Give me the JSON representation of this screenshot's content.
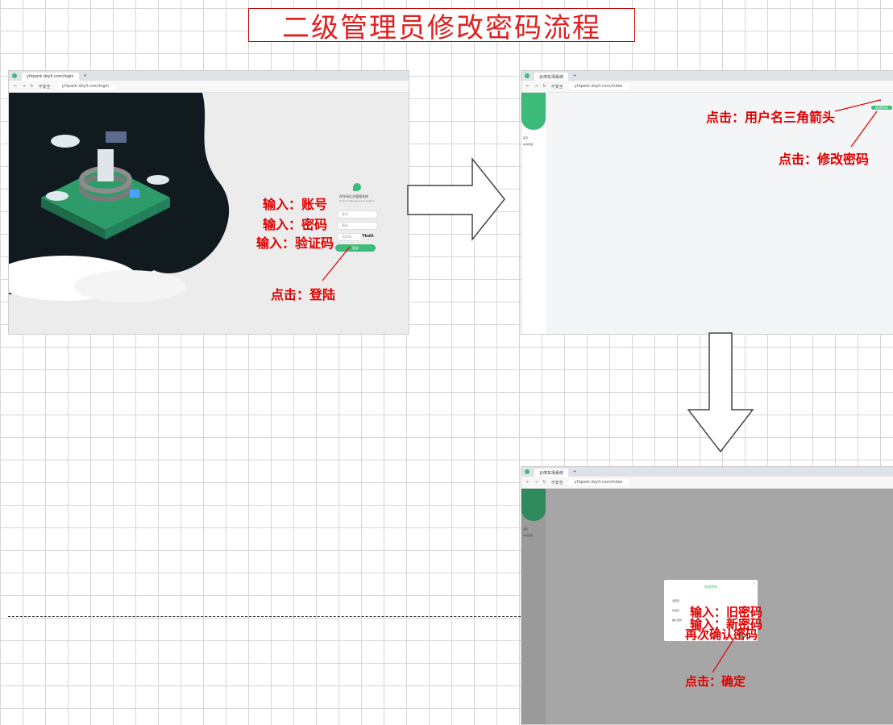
{
  "title": "二级管理员修改密码流程",
  "step1": {
    "tab_title": "yhtpark.dzyll.com/login",
    "security_label": "不安全",
    "url": "yhtpark.dzyll.com/login",
    "login_title": "停车场后台管理系统",
    "login_subtitle": "Parking Management System",
    "account_placeholder": "账号",
    "password_placeholder": "密码",
    "captcha_placeholder": "验证码",
    "captcha_code": "YbdA",
    "login_button": "登录",
    "note_account": "输入：账号",
    "note_password": "输入：密码",
    "note_captcha": "输入：验证码",
    "note_click_login": "点击：登陆"
  },
  "step2": {
    "tab_title": "云停车场系统",
    "security_label": "不安全",
    "url": "yhtpark.dzyll.com/index",
    "menu_home": "首页",
    "menu_manage": "车场管理",
    "dropdown_item": "修改密码",
    "note_username_arrow": "点击：用户名三角箭头",
    "note_change_password": "点击：修改密码"
  },
  "step3": {
    "tab_title": "云停车场系统",
    "security_label": "不安全",
    "url": "yhtpark.dzyll.com/index",
    "menu_home": "首页",
    "menu_manage": "车场管理",
    "dialog_title": "修改密码",
    "field_old": "旧密码",
    "field_new": "新密码",
    "field_confirm": "确认密码",
    "confirm_button": "确定",
    "note_old": "输入：旧密码",
    "note_new": "输入：新密码",
    "note_confirm": "再次确认密码",
    "note_click_ok": "点击：确定"
  },
  "colors": {
    "annotation": "#e00000",
    "brand_green": "#3dbb7a",
    "overlay": "#a6a6a6",
    "login_dark": "#111a1f"
  }
}
